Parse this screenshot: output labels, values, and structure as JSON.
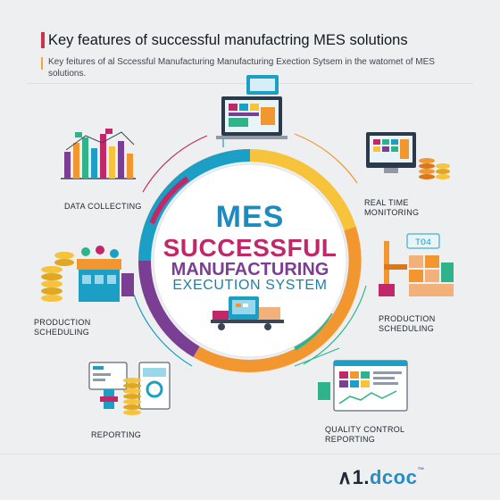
{
  "header": {
    "title": "Key features of successful manufactring MES  solutions",
    "subtitle": "Key feitures of al Sccessful Manufacturing Manufacturing Exection Sytsem in the watomet of MES solutions."
  },
  "center": {
    "line1": "MES",
    "line2": "SUCCESSFUL",
    "line3": "MANUFACTURING",
    "line4": "EXECUTION SYSTEM"
  },
  "features": {
    "data_collecting": "DATA COLLECTING",
    "real_time_line1": "REAL TIME",
    "real_time_line2": "MONITORING",
    "production_left_line1": "PRODUCTION",
    "production_left_line2": "SCHEDULING",
    "production_right_line1": "PRODUCTION",
    "production_right_line2": "SCHEDULING",
    "reporting": "REPORTING",
    "quality_line1": "QUALITY CONTROL",
    "quality_line2": "REPORTING"
  },
  "icons": {
    "device_readout": "TO4"
  },
  "logo": {
    "mark": "∧1.",
    "brand": "dcoc",
    "tm": "™"
  },
  "colors": {
    "teal": "#1c9fc4",
    "magenta": "#c0286a",
    "orange": "#f2962f",
    "yellow": "#f6c33a",
    "purple": "#7a3e93",
    "green": "#2fb38a"
  }
}
